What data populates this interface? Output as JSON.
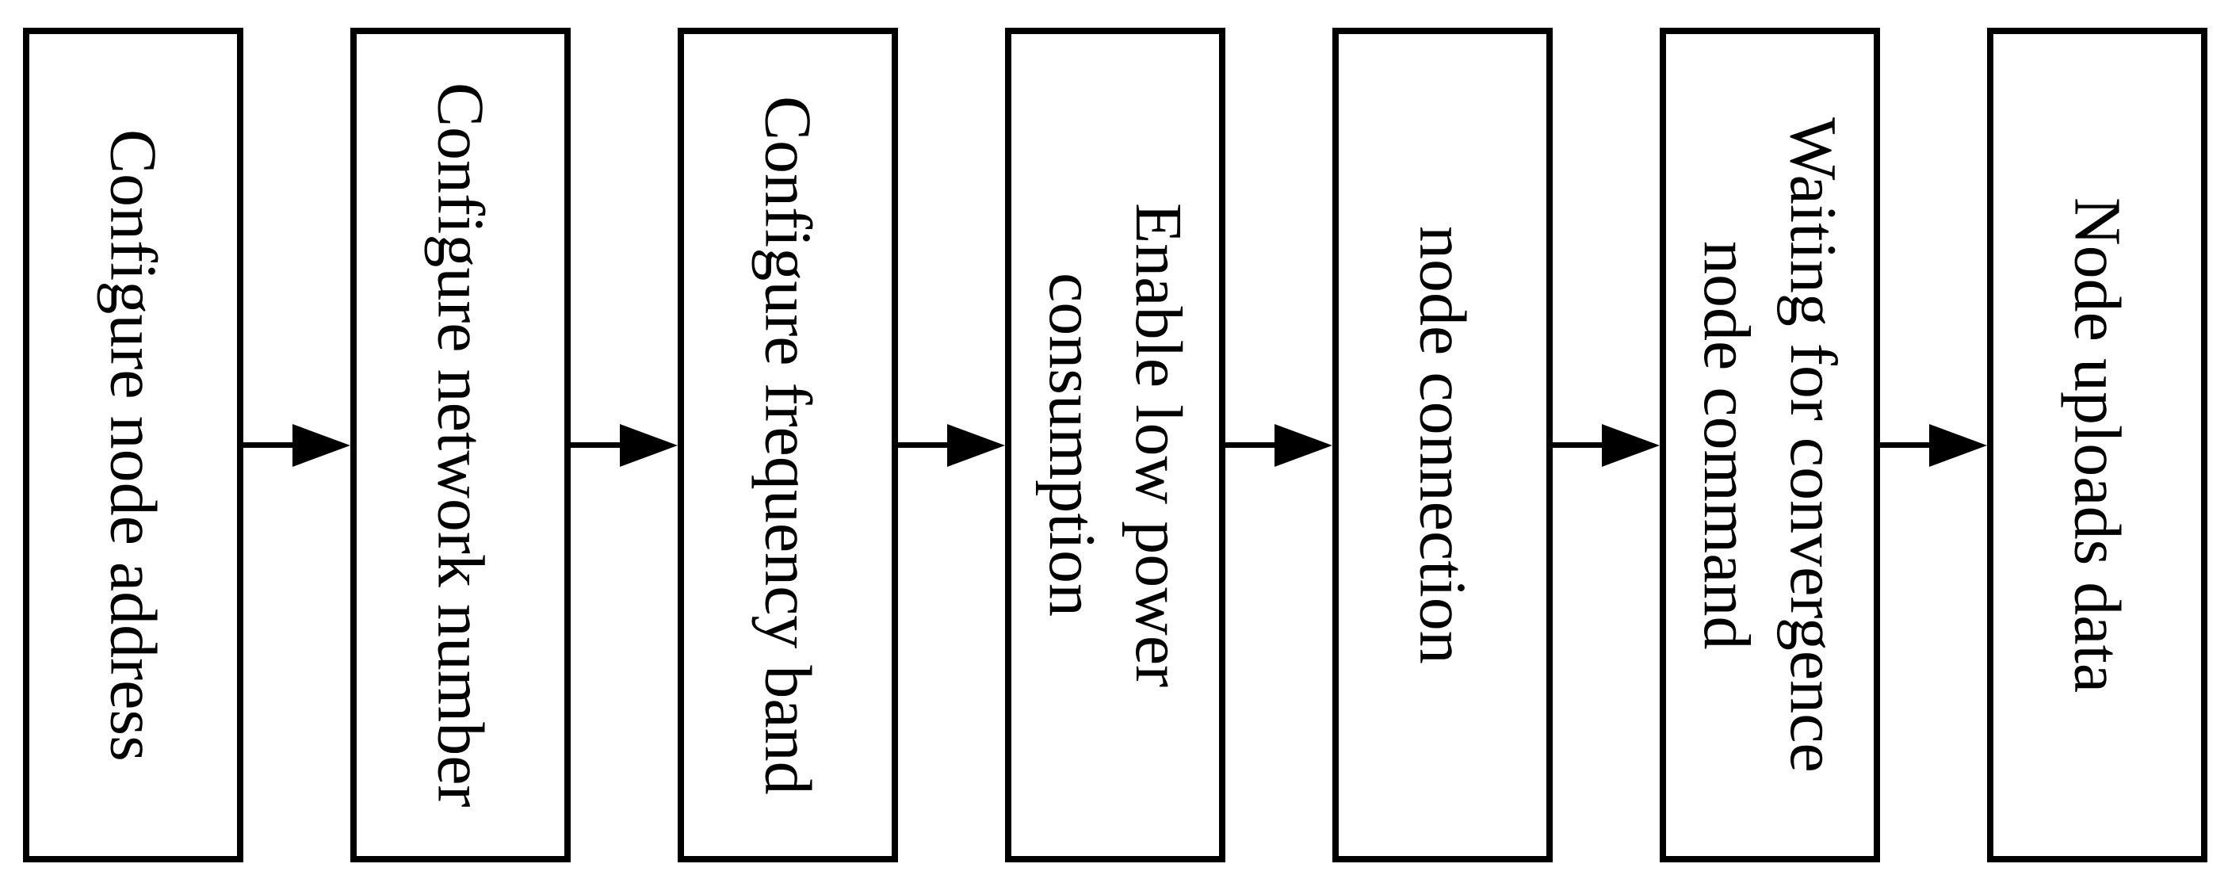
{
  "figure": {
    "type": "flowchart",
    "flow_direction": "left-to-right",
    "background_color": "#ffffff",
    "box_border_color": "#000000",
    "text_color": "#000000",
    "arrow_color": "#000000",
    "text_rotation": "90deg-clockwise",
    "steps": [
      {
        "label": "Configure node address"
      },
      {
        "label": "Configure network number"
      },
      {
        "label": "Configure frequency band"
      },
      {
        "label": "Enable low power\nconsumption"
      },
      {
        "label": "node connection"
      },
      {
        "label": "Waiting for convergence\nnode command"
      },
      {
        "label": "Node uploads data"
      }
    ],
    "connections": [
      {
        "from": 1,
        "to": 2
      },
      {
        "from": 2,
        "to": 3
      },
      {
        "from": 3,
        "to": 4
      },
      {
        "from": 4,
        "to": 5
      },
      {
        "from": 5,
        "to": 6
      },
      {
        "from": 6,
        "to": 7
      }
    ]
  }
}
